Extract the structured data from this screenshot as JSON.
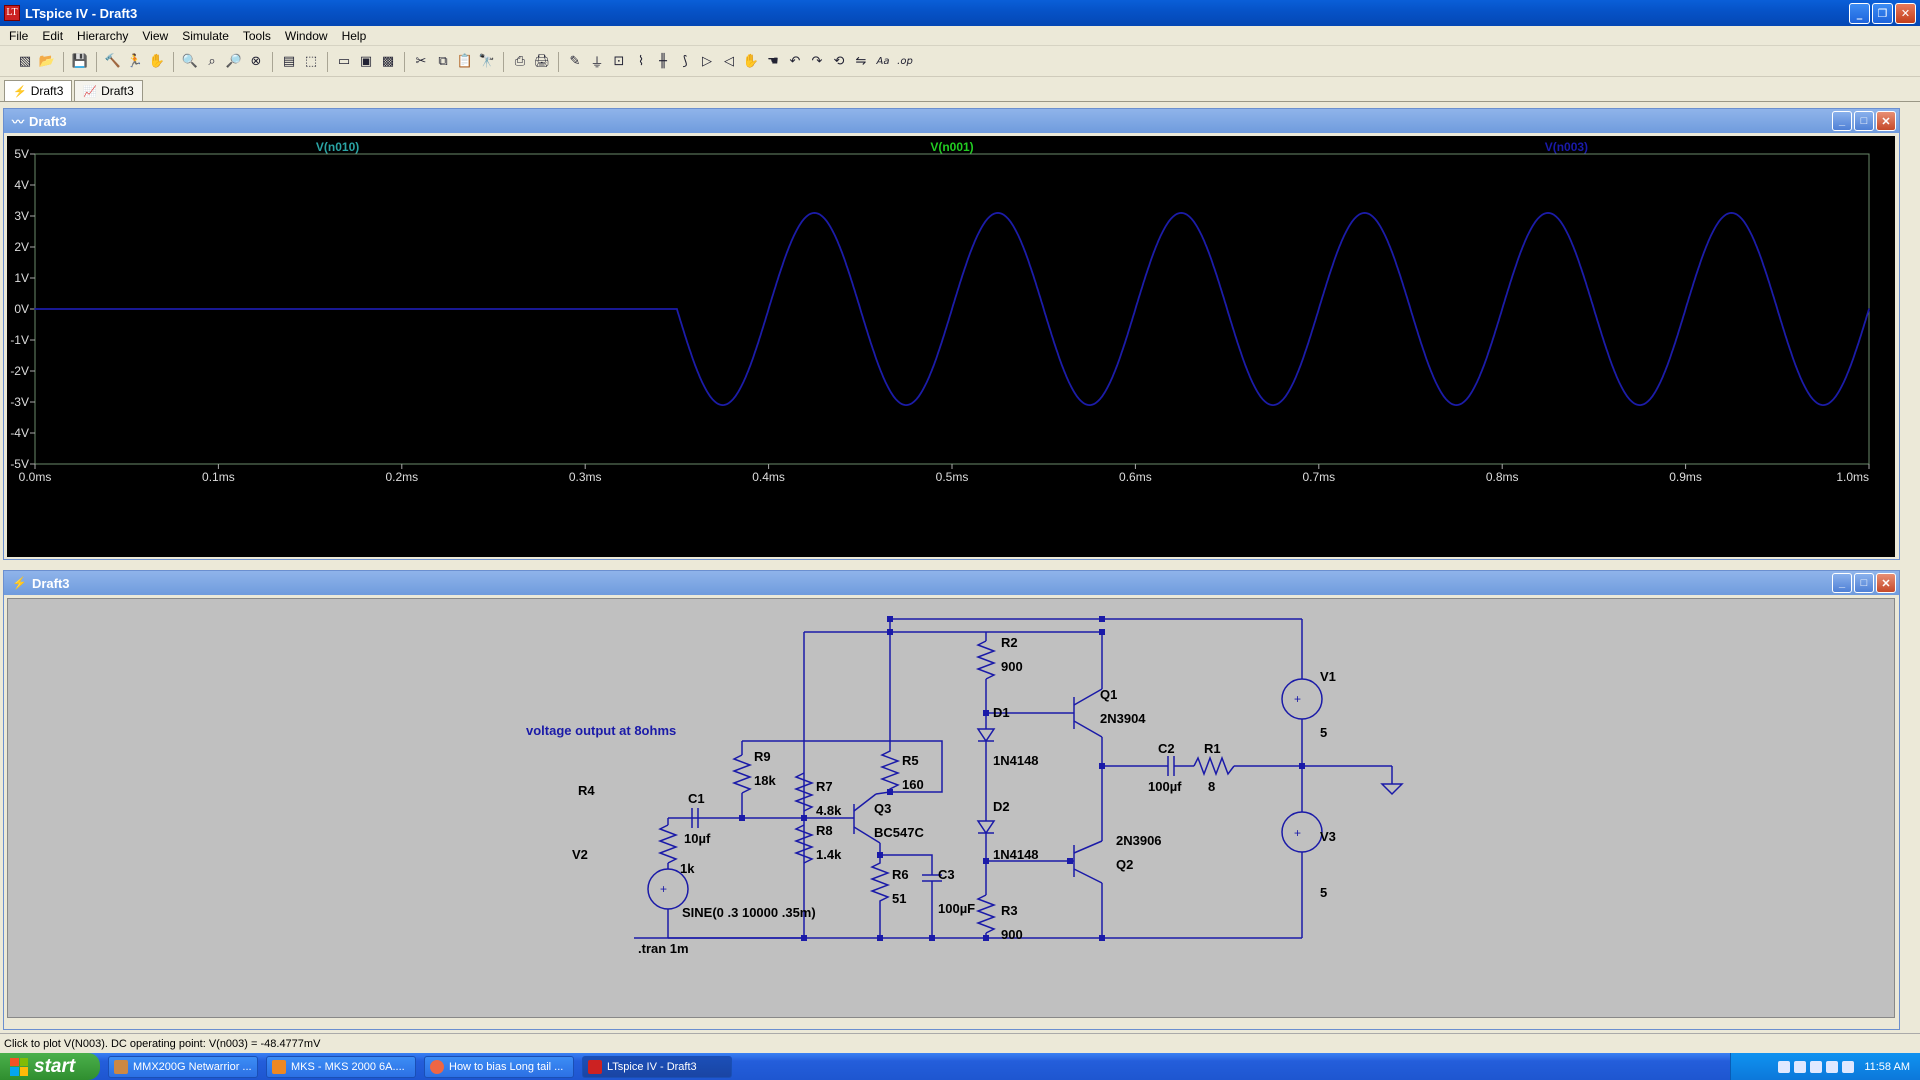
{
  "app": {
    "title": "LTspice IV - Draft3",
    "icon_letter": "LT",
    "icon": "ltspice-logo-icon"
  },
  "menu": [
    "File",
    "Edit",
    "Hierarchy",
    "View",
    "Simulate",
    "Tools",
    "Window",
    "Help"
  ],
  "toolbar": {
    "groups": [
      [
        "new-schematic-icon",
        "open-icon"
      ],
      [
        "save-icon"
      ],
      [
        "control-panel-icon",
        "run-icon",
        "halt-icon"
      ],
      [
        "zoom-in-icon",
        "zoom-area-icon",
        "zoom-out-icon",
        "zoom-fit-icon"
      ],
      [
        "autorange-icon",
        "pan-icon"
      ],
      [
        "tile-horizontal-icon",
        "cascade-icon",
        "close-all-icon"
      ],
      [
        "cut-icon",
        "copy-icon",
        "paste-icon",
        "find-icon"
      ],
      [
        "print-setup-icon",
        "print-icon"
      ],
      [
        "wire-icon",
        "ground-icon",
        "label-net-icon",
        "resistor-icon",
        "capacitor-icon",
        "inductor-icon",
        "diode-icon",
        "component-icon",
        "move-icon",
        "drag-icon",
        "undo-icon",
        "redo-icon",
        "rotate-icon",
        "mirror-icon",
        "text-icon",
        "spice-directive-icon"
      ]
    ]
  },
  "tabs": [
    {
      "label": "Draft3",
      "icon": "schematic-icon"
    },
    {
      "label": "Draft3",
      "icon": "waveform-icon"
    }
  ],
  "plot_window": {
    "title": "Draft3",
    "icon": "waveform-icon"
  },
  "schematic_window": {
    "title": "Draft3",
    "icon": "schematic-icon",
    "labels": {
      "R2": "R2",
      "R2v": "900",
      "Q1": "Q1",
      "Q1v": "2N3904",
      "D1": "D1",
      "D1v": "1N4148",
      "D2": "D2",
      "D2v": "1N4148",
      "Q2": "Q2",
      "Q2v": "2N3906",
      "R3": "R3",
      "R3v": "900",
      "C2": "C2",
      "C2v": "100µf",
      "R1": "R1",
      "R1v": "8",
      "V1": "V1",
      "V1v": "5",
      "V3": "V3",
      "V3v": "5",
      "R9": "R9",
      "R9v": "18k",
      "R7": "R7",
      "R7v": "4.8k",
      "R5": "R5",
      "R5v": "160",
      "Q3": "Q3",
      "Q3v": "BC547C",
      "R8": "R8",
      "R8v": "1.4k",
      "R6": "R6",
      "R6v": "51",
      "C3": "C3",
      "C3v": "100µF",
      "C1": "C1",
      "C1v": "10µf",
      "R4": "R4",
      "R4v": "1k",
      "V2": "V2",
      "sine": "SINE(0 .3 10000 .35m)",
      "note": "voltage output at 8ohms",
      "tran": ".tran 1m"
    }
  },
  "chart_data": {
    "type": "line",
    "xlabel": "",
    "ylabel": "",
    "xlim": [
      0,
      1.0
    ],
    "ylim": [
      -5,
      5
    ],
    "x_ticks": [
      "0.0ms",
      "0.1ms",
      "0.2ms",
      "0.3ms",
      "0.4ms",
      "0.5ms",
      "0.6ms",
      "0.7ms",
      "0.8ms",
      "0.9ms",
      "1.0ms"
    ],
    "y_ticks": [
      "5V",
      "4V",
      "3V",
      "2V",
      "1V",
      "0V",
      "-1V",
      "-2V",
      "-3V",
      "-4V",
      "-5V"
    ],
    "legend": [
      "V(n010)",
      "V(n001)",
      "V(n003)"
    ],
    "legend_colors": [
      "#2aa4a4",
      "#22cc22",
      "#1a1aaa"
    ],
    "series": [
      {
        "name": "V(n003)",
        "color": "#1c1ca8",
        "signal": {
          "delay_ms": 0.35,
          "frequency_hz": 10000,
          "amplitude_v": 3.1,
          "offset_v": 0.0,
          "invert": true
        },
        "x": [
          0.0,
          0.35,
          0.375,
          0.4,
          0.425,
          0.45,
          0.475,
          0.5,
          0.525,
          0.55,
          0.575,
          0.6,
          0.625,
          0.65,
          0.675,
          0.7,
          0.725,
          0.75,
          0.775,
          0.8,
          0.825,
          0.85,
          0.875,
          0.9,
          0.925,
          0.95,
          0.975,
          1.0
        ],
        "values": [
          0.0,
          0.0,
          -3.1,
          0.0,
          3.1,
          0.0,
          -3.1,
          0.0,
          3.1,
          0.0,
          -3.1,
          0.0,
          3.1,
          0.0,
          -3.1,
          0.0,
          3.1,
          0.0,
          -3.1,
          0.0,
          3.1,
          0.0,
          -3.1,
          0.0,
          3.1,
          0.0,
          -3.1,
          0.0
        ]
      }
    ]
  },
  "status": "Click to plot V(N003).  DC operating point: V(n003) = -48.4777mV",
  "taskbar": {
    "start_label": "start",
    "items": [
      {
        "label": "MMX200G Netwarrior ..."
      },
      {
        "label": "MKS - MKS 2000 6A...."
      },
      {
        "label": "How to bias Long tail ..."
      },
      {
        "label": "LTspice IV - Draft3"
      }
    ],
    "clock": "11:58 AM"
  }
}
